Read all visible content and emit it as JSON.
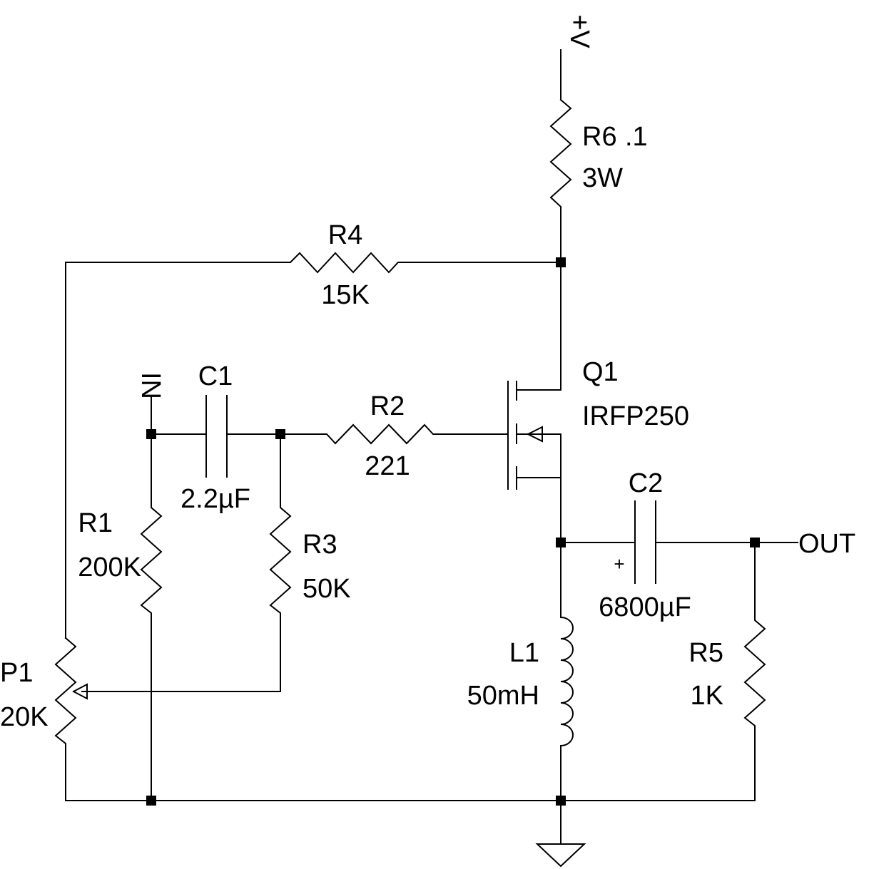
{
  "supply": {
    "label": "+V"
  },
  "input": {
    "label": "IN"
  },
  "output": {
    "label": "OUT"
  },
  "components": {
    "R6": {
      "ref": "R6",
      "value": ".1",
      "rating": "3W"
    },
    "R4": {
      "ref": "R4",
      "value": "15K"
    },
    "C1": {
      "ref": "C1",
      "value": "2.2µF"
    },
    "R2": {
      "ref": "R2",
      "value": "221"
    },
    "Q1": {
      "ref": "Q1",
      "part": "IRFP250"
    },
    "R1": {
      "ref": "R1",
      "value": "200K"
    },
    "R3": {
      "ref": "R3",
      "value": "50K"
    },
    "C2": {
      "ref": "C2",
      "value": "6800µF",
      "polarity": "+"
    },
    "L1": {
      "ref": "L1",
      "value": "50mH"
    },
    "R5": {
      "ref": "R5",
      "value": "1K"
    },
    "P1": {
      "ref": "P1",
      "value": "20K"
    }
  }
}
